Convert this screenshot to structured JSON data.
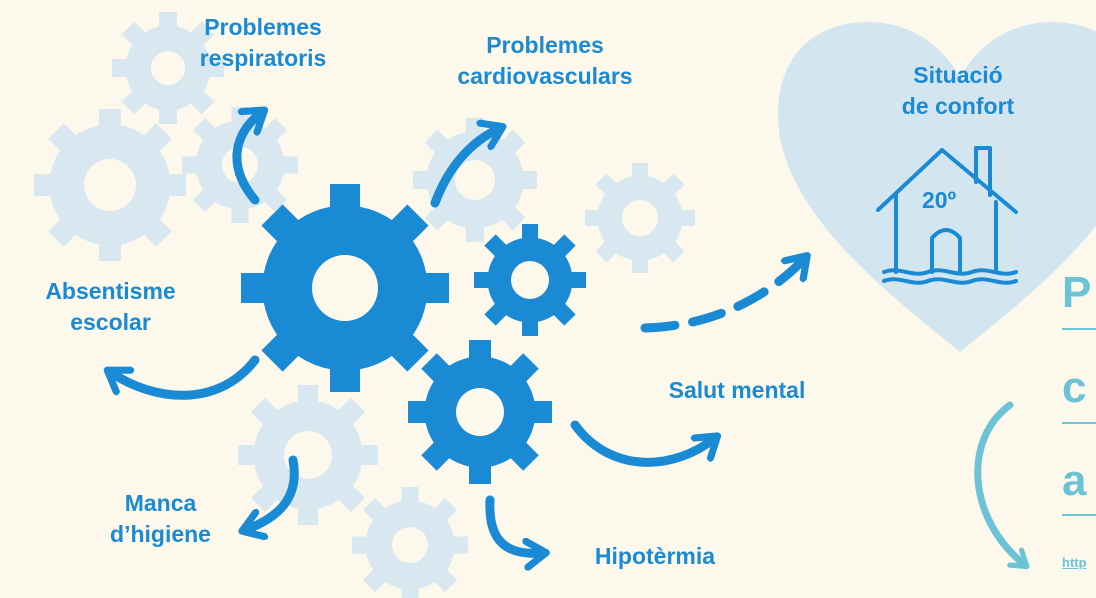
{
  "diagram": {
    "labels": {
      "respiratory": [
        "Problemes",
        "respiratoris"
      ],
      "cardio": [
        "Problemes",
        "cardiovasculars"
      ],
      "absenteeism": [
        "Absentisme",
        "escolar"
      ],
      "hygiene": [
        "Manca",
        "d’higiene"
      ],
      "hypothermia": "Hipotèrmia",
      "mental": "Salut mental"
    },
    "heart": {
      "title": [
        "Situació",
        "de confort"
      ],
      "temperature": "20º"
    },
    "side_panel": {
      "letters": [
        "P",
        "c",
        "a"
      ],
      "link_text": "http"
    },
    "colors": {
      "background": "#fdf8ec",
      "primary_blue": "#1a8ad4",
      "faded_gear": "#d9e8f0",
      "heart_fill": "#d3e6f0",
      "teal_accent": "#6cc3d6"
    }
  }
}
